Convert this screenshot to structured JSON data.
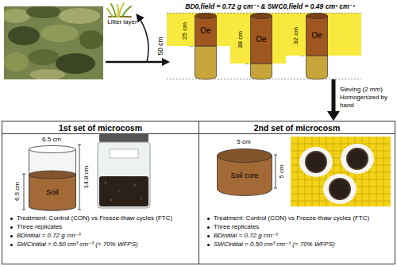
{
  "diagram": {
    "nodes": [
      {
        "text": [
          "50 cm"
        ]
      },
      {
        "text": [
          "Oe"
        ],
        "in": 0
      },
      {
        "text": [
          "Oe"
        ],
        "in": 0
      },
      {
        "text": [
          "Oe"
        ],
        "in": 0
      },
      {
        "text": [
          "1st set of microcosm",
          "Treatment: Control (CON) vs Freeze-thaw cycles (FTC)",
          "Three replicates",
          "BDinitial = 0.72 g cm⁻³",
          "SWCinitial = 0.50 cm³ cm⁻³ (= 70% WFPS)"
        ]
      },
      {
        "text": [
          "Soil"
        ],
        "in": 4
      },
      {
        "text": [
          "2nd set of microcosm",
          "Treatment: Control (CON) vs Freeze-thaw cycles (FTC)",
          "Three replicates",
          "BDinitial = 0.72 g cm⁻³",
          "SWCinitial = 0.50 cm³ cm⁻³ (= 70% WFPS)"
        ]
      },
      {
        "text": [
          "Soil core"
        ],
        "in": 6
      }
    ],
    "edges": [
      {
        "from": 0,
        "to": 6,
        "label": "Sieving (2 mm) Homogenized by hand",
        "arrow": "to"
      }
    ],
    "labels": [
      "Litter layer",
      "BD0,field = 0.72 g cm⁻³ & SWC0,field = 0.49 cm³ cm⁻³",
      "25 cm",
      "38 cm",
      "32 cm",
      "6.5 cm",
      "14.8 cm",
      "6.5 cm",
      "5 cm",
      "5 cm"
    ]
  }
}
